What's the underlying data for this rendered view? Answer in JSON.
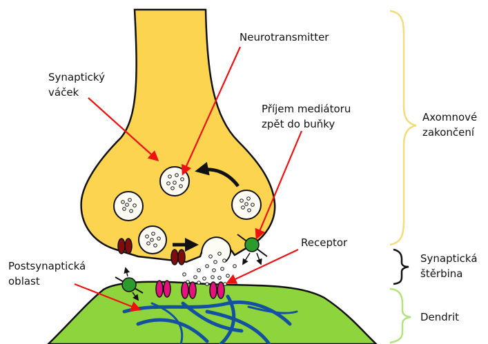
{
  "labels": {
    "neurotransmitter": "Neurotransmitter",
    "vesicle_line1": "Synaptický",
    "vesicle_line2": "váček",
    "reuptake_line1": "Příjem mediátoru",
    "reuptake_line2": "zpět do buňky",
    "axon_terminal_line1": "Axomnové",
    "axon_terminal_line2": "zakončení",
    "receptor": "Receptor",
    "cleft_line1": "Synaptická",
    "cleft_line2": "štěrbina",
    "postsynaptic_line1": "Postsynaptická",
    "postsynaptic_line2": "oblast",
    "dendrite": "Dendrit"
  },
  "colors": {
    "axon_fill": "#fdd44f",
    "dendrite_fill": "#8ed43d",
    "arrow_red": "#ee1111",
    "brace_yellow": "#f2dc7e",
    "brace_black": "#111111",
    "brace_green": "#b2e27a",
    "receptor_pink": "#e3127d",
    "channel_darkred": "#7f0d0d",
    "transporter_green": "#2d9a2d",
    "cytoskeleton_blue": "#1350a0"
  }
}
